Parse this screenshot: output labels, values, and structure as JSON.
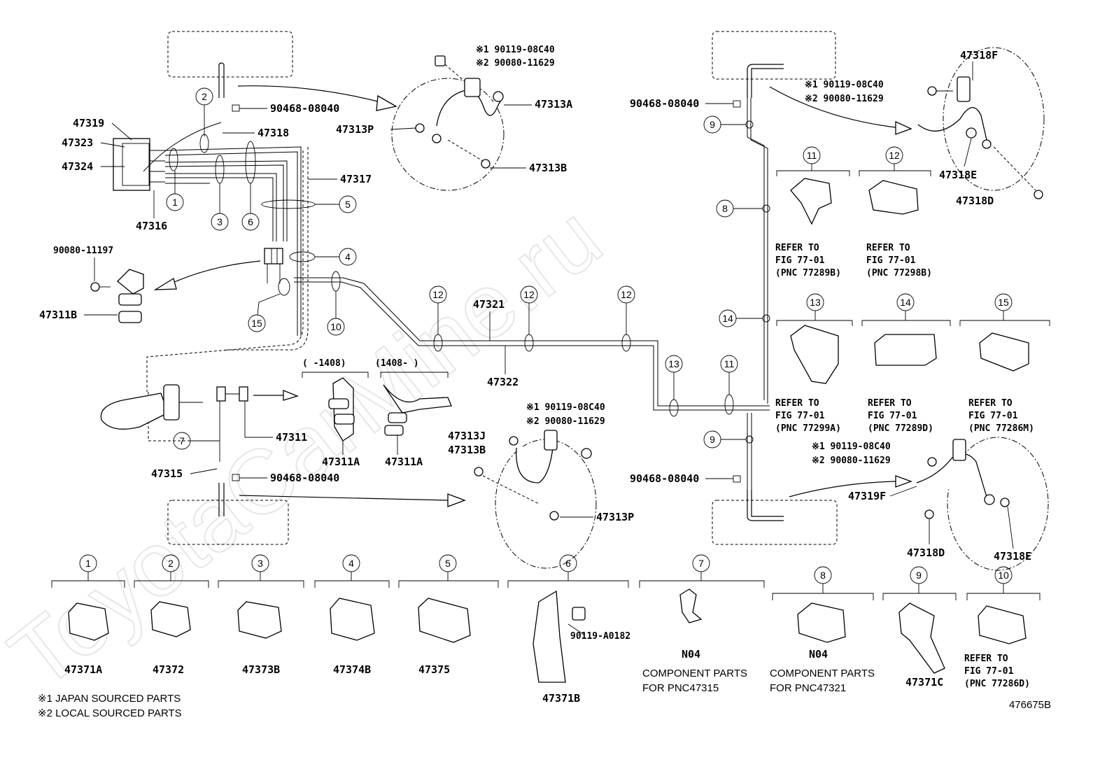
{
  "watermark": "ToyotaCarMine.ru",
  "diagram_id": "476675B",
  "notes": {
    "japan": "※1 JAPAN SOURCED PARTS",
    "local": "※2 LOCAL SOURCED PARTS"
  },
  "part_labels": {
    "p47319": "47319",
    "p47323": "47323",
    "p47324": "47324",
    "p47316": "47316",
    "p47318": "47318",
    "p47317": "47317",
    "p90468_a": "90468-08040",
    "p90080_11197": "90080-11197",
    "p47311B": "47311B",
    "p47313P_a": "47313P",
    "p47313A": "47313A",
    "p47313B_a": "47313B",
    "bolt_jp_a": "※1 90119-08C40",
    "bolt_local_a": "※2 90080-11629",
    "p47321": "47321",
    "p47322": "47322",
    "range_a": "(  -1408)",
    "range_b": "(1408-  )",
    "p47311A_a": "47311A",
    "p47311A_b": "47311A",
    "p47311": "47311",
    "p47315": "47315",
    "p90468_b": "90468-08040",
    "p47313J": "47313J",
    "p47313B_b": "47313B",
    "bolt_jp_b": "※1 90119-08C40",
    "bolt_local_b": "※2 90080-11629",
    "p47313P_b": "47313P",
    "p90468_c": "90468-08040",
    "p90468_d": "90468-08040",
    "p47318F": "47318F",
    "bolt_jp_c": "※1 90119-08C40",
    "bolt_local_c": "※2 90080-11629",
    "p47318E_a": "47318E",
    "p47318D_a": "47318D",
    "bolt_jp_d": "※1 90119-08C40",
    "bolt_local_d": "※2 90080-11629",
    "p47319F": "47319F",
    "p47318D_b": "47318D",
    "p47318E_b": "47318E"
  },
  "refer_blocks": [
    {
      "num": "11",
      "line1": "REFER TO",
      "line2": "FIG 77-01",
      "line3": "(PNC 77289B)"
    },
    {
      "num": "12",
      "line1": "REFER TO",
      "line2": "FIG 77-01",
      "line3": "(PNC 77298B)"
    },
    {
      "num": "13",
      "line1": "REFER TO",
      "line2": "FIG 77-01",
      "line3": "(PNC 77299A)"
    },
    {
      "num": "14",
      "line1": "REFER TO",
      "line2": "FIG 77-01",
      "line3": "(PNC 77289D)"
    },
    {
      "num": "15",
      "line1": "REFER TO",
      "line2": "FIG 77-01",
      "line3": "(PNC 77286M)"
    }
  ],
  "bottom_clamps": [
    {
      "num": "1",
      "part": "47371A"
    },
    {
      "num": "2",
      "part": "47372"
    },
    {
      "num": "3",
      "part": "47373B"
    },
    {
      "num": "4",
      "part": "47374B"
    },
    {
      "num": "5",
      "part": "47375"
    },
    {
      "num": "6",
      "part": "47371B",
      "extra": "90119-A0182"
    },
    {
      "num": "7",
      "part": "N04",
      "note1": "COMPONENT PARTS",
      "note2": "FOR PNC47315"
    },
    {
      "num": "8",
      "part": "N04",
      "note1": "COMPONENT PARTS",
      "note2": "FOR PNC47321"
    },
    {
      "num": "9",
      "part": "47371C"
    },
    {
      "num": "10",
      "line1": "REFER TO",
      "line2": "FIG 77-01",
      "line3": "(PNC 77286D)"
    }
  ],
  "callouts": {
    "c1": "1",
    "c2": "2",
    "c3": "3",
    "c4": "4",
    "c5": "5",
    "c6": "6",
    "c7": "7",
    "c8": "8",
    "c9a": "9",
    "c9b": "9",
    "c10": "10",
    "c11": "11",
    "c12a": "12",
    "c12b": "12",
    "c12c": "12",
    "c13": "13",
    "c14": "14",
    "c15": "15"
  }
}
